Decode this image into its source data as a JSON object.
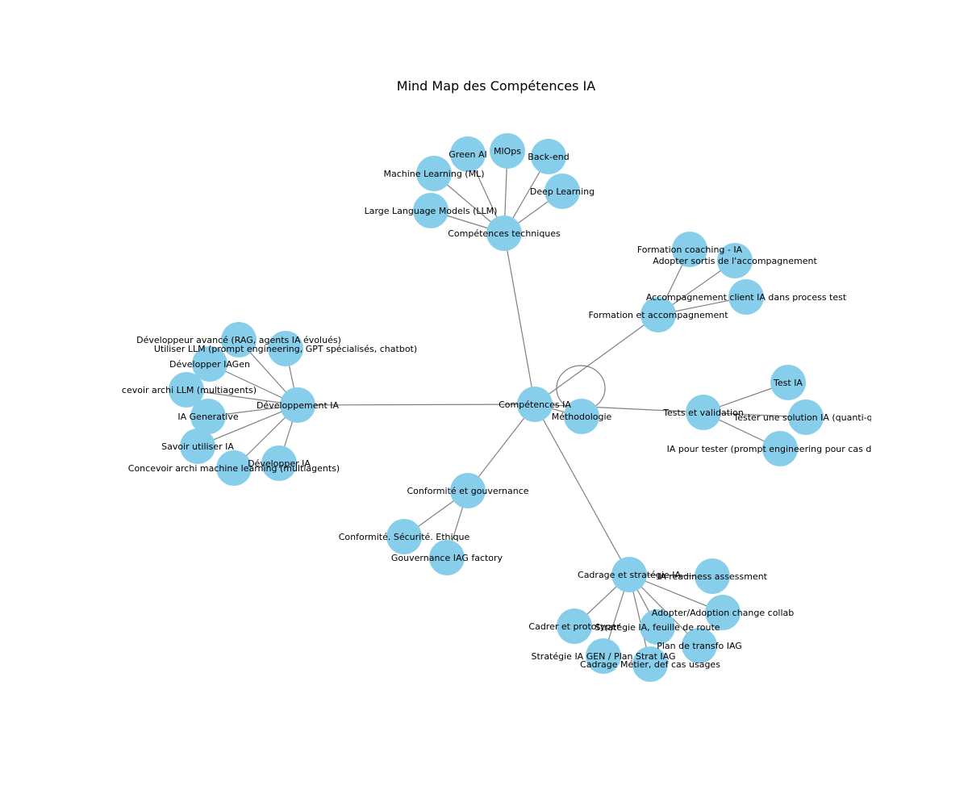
{
  "title": "Mind Map des Compétences IA",
  "colors": {
    "node": "#87ceeb",
    "edge": "#808080",
    "text": "#000000",
    "background": "#ffffff"
  },
  "nodes": [
    {
      "id": "root",
      "label": "Compétences IA"
    },
    {
      "id": "methodo",
      "label": "Méthodologie"
    },
    {
      "id": "tech",
      "label": "Compétences techniques"
    },
    {
      "id": "llm",
      "label": "Large Language Models (LLM)"
    },
    {
      "id": "ml",
      "label": "Machine Learning (ML)"
    },
    {
      "id": "green",
      "label": "Green AI"
    },
    {
      "id": "mlops",
      "label": "MlOps"
    },
    {
      "id": "backend",
      "label": "Back-end"
    },
    {
      "id": "deep",
      "label": "Deep Learning"
    },
    {
      "id": "form",
      "label": "Formation et accompagnement"
    },
    {
      "id": "coach",
      "label": "Formation coaching - IA"
    },
    {
      "id": "adopter",
      "label": "Adopter sortis de l'accompagnement"
    },
    {
      "id": "accomp",
      "label": "Accompagnement client IA dans process test"
    },
    {
      "id": "tests",
      "label": "Tests et validation"
    },
    {
      "id": "testia",
      "label": "Test IA"
    },
    {
      "id": "tester",
      "label": "Tester une solution IA (quanti-qu"
    },
    {
      "id": "iatest",
      "label": "IA pour tester (prompt engineering pour cas de tes"
    },
    {
      "id": "dev",
      "label": "Développement IA"
    },
    {
      "id": "devav",
      "label": "Développeur avancé (RAG, agents IA évolués)"
    },
    {
      "id": "usellm",
      "label": "Utiliser LLM (prompt engineering, GPT spécialisés, chatbot)"
    },
    {
      "id": "devgen",
      "label": "Développer IAGen"
    },
    {
      "id": "archllm",
      "label": "ncevoir archi LLM (multiagents)"
    },
    {
      "id": "iagen",
      "label": "IA Generative"
    },
    {
      "id": "savoir",
      "label": "Savoir utiliser IA"
    },
    {
      "id": "archml",
      "label": "Concevoir archi machine learning (multiagents)"
    },
    {
      "id": "devia",
      "label": "Développer IA"
    },
    {
      "id": "conf",
      "label": "Conformité et gouvernance"
    },
    {
      "id": "secu",
      "label": "Conformité. Sécurité. Ethique"
    },
    {
      "id": "gouv",
      "label": "Gouvernance IAG factory"
    },
    {
      "id": "cadr",
      "label": "Cadrage et stratégie IA"
    },
    {
      "id": "ready",
      "label": "IA readiness assessment"
    },
    {
      "id": "change",
      "label": "Adopter/Adoption change collab"
    },
    {
      "id": "strat",
      "label": "Stratégie IA, feuille de route"
    },
    {
      "id": "transfo",
      "label": "Plan de transfo IAG"
    },
    {
      "id": "proto",
      "label": "Cadrer et prototyper"
    },
    {
      "id": "stratgen",
      "label": "Stratégie IA GEN / Plan Strat IAG"
    },
    {
      "id": "metier",
      "label": "Cadrage Métier, def cas usages"
    }
  ],
  "edges": [
    [
      "root",
      "methodo"
    ],
    [
      "root",
      "tech"
    ],
    [
      "root",
      "form"
    ],
    [
      "root",
      "tests"
    ],
    [
      "root",
      "dev"
    ],
    [
      "root",
      "conf"
    ],
    [
      "root",
      "cadr"
    ],
    [
      "tech",
      "llm"
    ],
    [
      "tech",
      "ml"
    ],
    [
      "tech",
      "green"
    ],
    [
      "tech",
      "mlops"
    ],
    [
      "tech",
      "backend"
    ],
    [
      "tech",
      "deep"
    ],
    [
      "form",
      "coach"
    ],
    [
      "form",
      "adopter"
    ],
    [
      "form",
      "accomp"
    ],
    [
      "tests",
      "testia"
    ],
    [
      "tests",
      "tester"
    ],
    [
      "tests",
      "iatest"
    ],
    [
      "dev",
      "devav"
    ],
    [
      "dev",
      "usellm"
    ],
    [
      "dev",
      "devgen"
    ],
    [
      "dev",
      "archllm"
    ],
    [
      "dev",
      "iagen"
    ],
    [
      "dev",
      "savoir"
    ],
    [
      "dev",
      "archml"
    ],
    [
      "dev",
      "devia"
    ],
    [
      "conf",
      "secu"
    ],
    [
      "conf",
      "gouv"
    ],
    [
      "cadr",
      "ready"
    ],
    [
      "cadr",
      "change"
    ],
    [
      "cadr",
      "strat"
    ],
    [
      "cadr",
      "transfo"
    ],
    [
      "cadr",
      "proto"
    ],
    [
      "cadr",
      "stratgen"
    ],
    [
      "cadr",
      "metier"
    ]
  ],
  "self_loops": [
    "root"
  ]
}
